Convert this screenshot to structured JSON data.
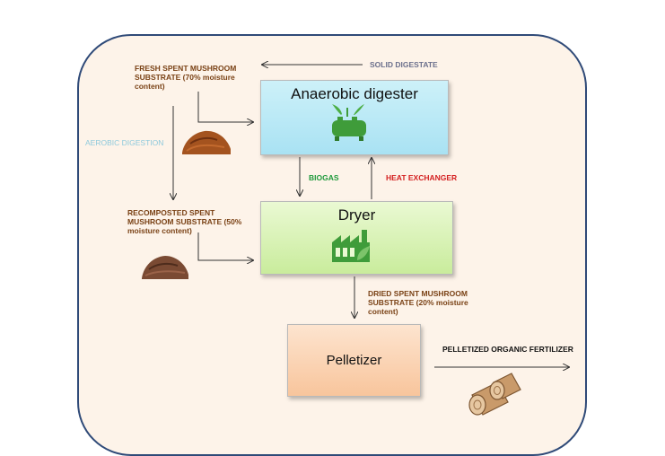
{
  "boxes": {
    "digester": "Anaerobic digester",
    "dryer": "Dryer",
    "pelletizer": "Pelletizer"
  },
  "labels": {
    "fresh": "FRESH SPENT MUSHROOM SUBSTRATE (70% moisture content)",
    "fresh_lines": [
      "FRESH SPENT MUSHROOM",
      "SUBSTRATE (70% moisture",
      "content)"
    ],
    "solid_digestate": "SOLID DIGESTATE",
    "aerobic": "AEROBIC DIGESTION",
    "biogas": "BIOGAS",
    "heat_exchanger": "HEAT EXCHANGER",
    "recomposted_lines": [
      "RECOMPOSTED SPENT",
      "MUSHROOM SUBSTRATE (50%",
      "moisture content)"
    ],
    "dried_lines": [
      "DRIED SPENT MUSHROOM",
      "SUBSTRATE (20% moisture",
      "content)"
    ],
    "fertilizer": "PELLETIZED ORGANIC FERTILIZER"
  },
  "colors": {
    "frame_border": "#2f4a78",
    "frame_fill": "#fdf3e9",
    "label_brown": "#7a4216",
    "biogas_green": "#1f9a3c",
    "heat_red": "#d41f1f",
    "aerobic_blue": "#8ec9dc",
    "solid_gray": "#6b6f8c"
  },
  "icons": [
    "tank-icon",
    "factory-icon",
    "compost-pile-icon",
    "logs-icon"
  ]
}
